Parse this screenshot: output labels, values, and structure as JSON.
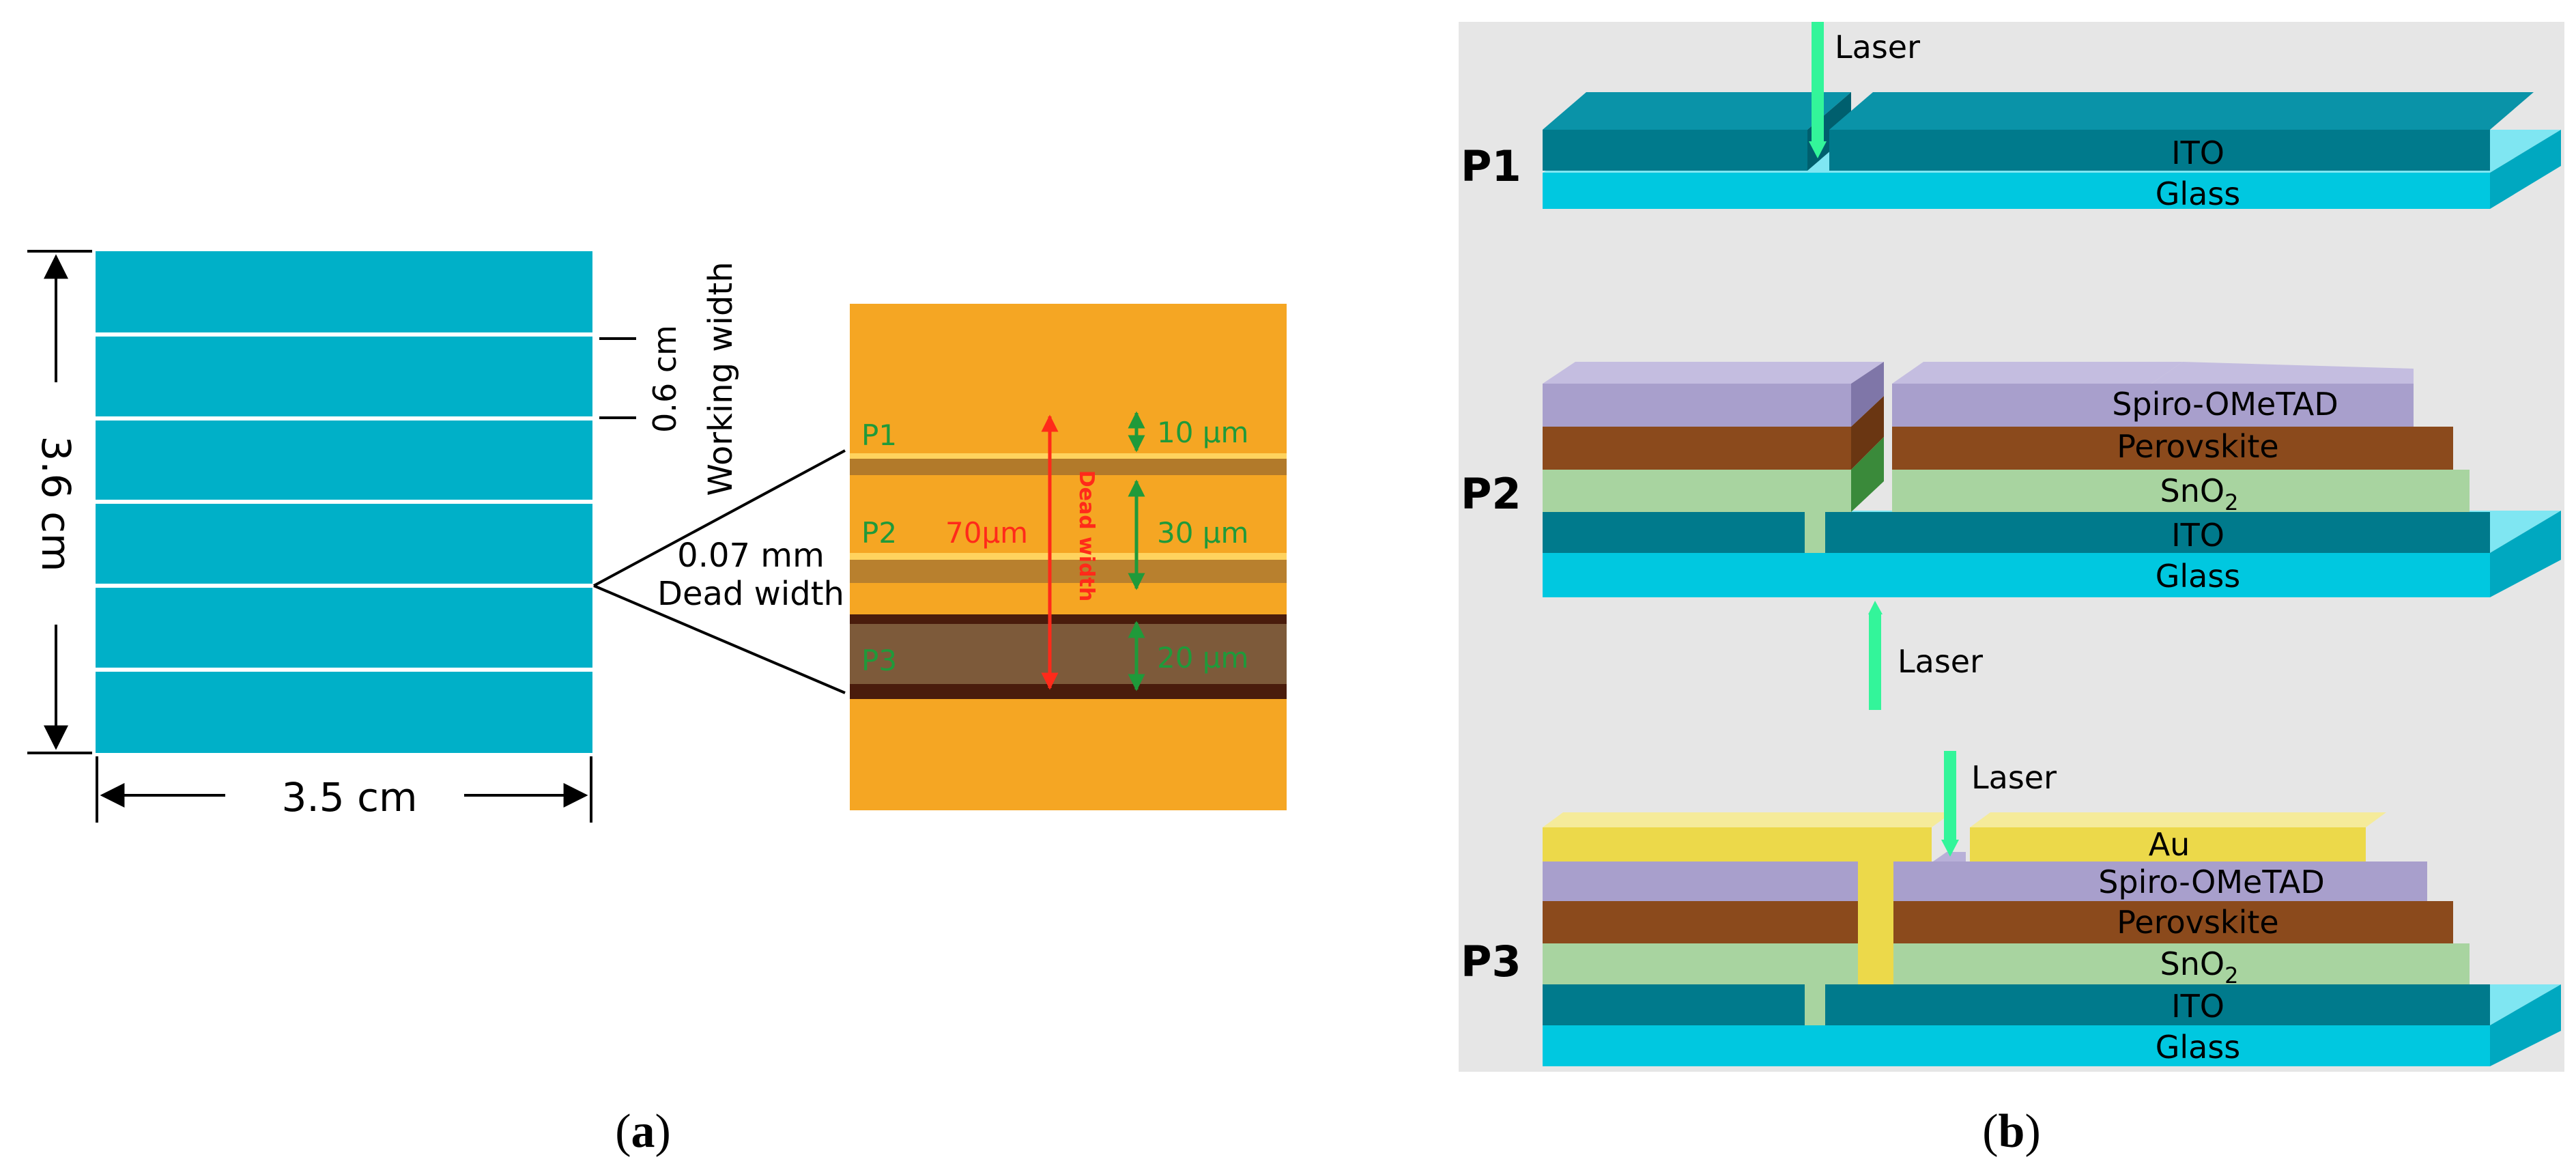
{
  "panel_a": {
    "caption": "(a)",
    "caption_letter": "a",
    "height_label": "3.6 cm",
    "width_label": "3.5 cm",
    "working_value": "0.6 cm",
    "working_label": "Working width",
    "dead_value": "0.07 mm",
    "dead_label": "Dead width",
    "micro": {
      "p1": "P1",
      "p2": "P2",
      "p3": "P3",
      "total": "70μm",
      "dead_vertical": "Dead width",
      "p1_width": "10 μm",
      "p2_width": "30 μm",
      "p3_width": "20 μm"
    },
    "cell_color": "#00b0c8",
    "micro_bg_color": "#f5a623"
  },
  "panel_b": {
    "caption": "(b)",
    "caption_letter": "b",
    "laser": "Laser",
    "p1": {
      "label": "P1",
      "ito": "ITO",
      "glass": "Glass"
    },
    "p2": {
      "label": "P2",
      "spiro": "Spiro-OMeTAD",
      "perovskite": "Perovskite",
      "sno2_base": "SnO",
      "sno2_sub": "2",
      "ito": "ITO",
      "glass": "Glass"
    },
    "p3": {
      "label": "P3",
      "au": "Au",
      "spiro": "Spiro-OMeTAD",
      "perovskite": "Perovskite",
      "sno2_base": "SnO",
      "sno2_sub": "2",
      "ito": "ITO",
      "glass": "Glass"
    },
    "colors": {
      "glass": "#00c8e0",
      "ito": "#007a8c",
      "sno2": "#a8d4a0",
      "perovskite": "#8b4a1c",
      "spiro": "#a89fcc",
      "au": "#ecd94a",
      "laser": "#33f59a",
      "panel_bg": "#e6e6e6"
    }
  }
}
